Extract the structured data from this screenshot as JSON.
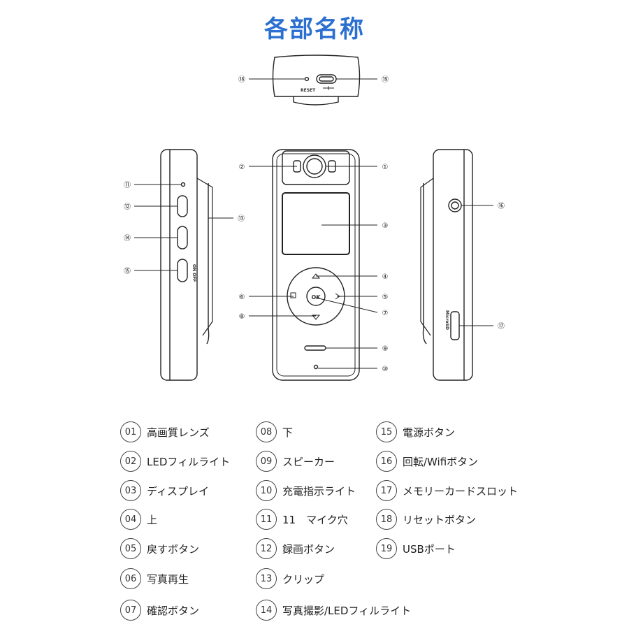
{
  "title": "各部名称",
  "device_labels": {
    "reset": "RESET",
    "ok": "OK",
    "onoff": "ON OFF",
    "microsd": "MicroSD"
  },
  "callouts": [
    "①",
    "②",
    "③",
    "④",
    "⑤",
    "⑥",
    "⑦",
    "⑧",
    "⑨",
    "⑩",
    "⑪",
    "⑫",
    "⑬",
    "⑭",
    "⑮",
    "⑯",
    "⑰",
    "⑱",
    "⑲"
  ],
  "legend": [
    {
      "num": "01",
      "label": "高画質レンズ"
    },
    {
      "num": "02",
      "label": "LEDフィルライト"
    },
    {
      "num": "03",
      "label": "ディスプレイ"
    },
    {
      "num": "04",
      "label": "上"
    },
    {
      "num": "05",
      "label": "戻すボタン"
    },
    {
      "num": "06",
      "label": "写真再生"
    },
    {
      "num": "07",
      "label": "確認ボタン"
    },
    {
      "num": "08",
      "label": "下"
    },
    {
      "num": "09",
      "label": "スピーカー"
    },
    {
      "num": "10",
      "label": "充電指示ライト"
    },
    {
      "num": "11",
      "label": "11　マイク穴"
    },
    {
      "num": "12",
      "label": "録画ボタン"
    },
    {
      "num": "13",
      "label": "クリップ"
    },
    {
      "num": "14",
      "label": "写真撮影/LEDフィルライト"
    },
    {
      "num": "15",
      "label": "電源ボタン"
    },
    {
      "num": "16",
      "label": "回転/Wifiボタン"
    },
    {
      "num": "17",
      "label": "メモリーカードスロット"
    },
    {
      "num": "18",
      "label": "リセットボタン"
    },
    {
      "num": "19",
      "label": "USBポート"
    }
  ]
}
